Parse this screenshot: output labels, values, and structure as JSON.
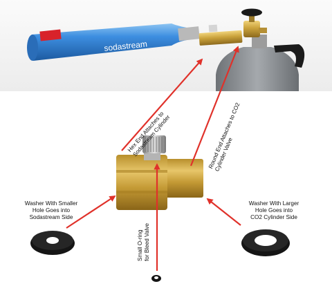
{
  "cylinder_brand_text": "sodastream",
  "labels": {
    "hex_end": [
      "Hex End Attaches to",
      "Sodastream Cylinder"
    ],
    "round_end": [
      "Round End Attaches to CO2",
      "Cylinder Valve"
    ],
    "small_washer": [
      "Washer With Smaller",
      "Hole Goes into",
      "Sodastream Side"
    ],
    "large_washer": [
      "Washer With Larger",
      "Hole Goes into",
      "CO2 Cylinder Side"
    ],
    "oring": [
      "Small O-ring",
      "for Bleed Valve"
    ]
  },
  "colors": {
    "arrow": "#e0312a",
    "brass": "#c9a13a",
    "cylinder_blue": "#2f7fd0",
    "co2_tank_gray": "#8c9094",
    "rubber_black": "#151515"
  }
}
